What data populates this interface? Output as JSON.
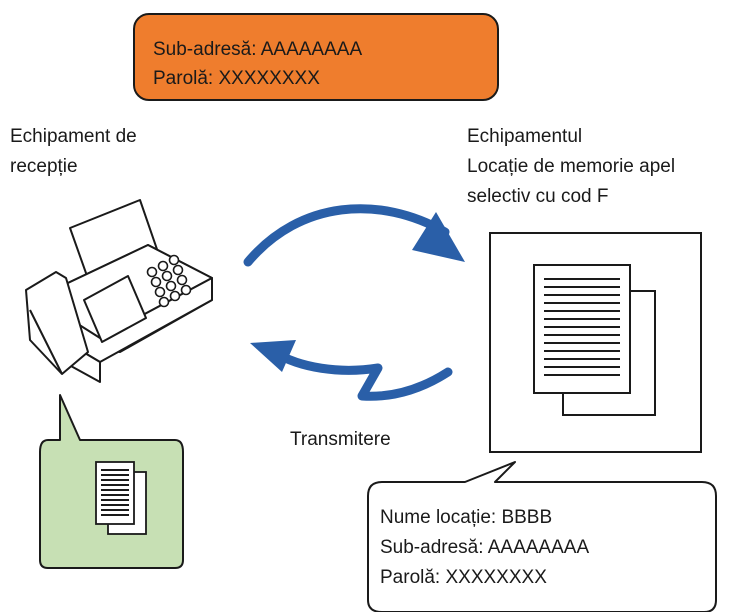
{
  "sender_request": {
    "subaddress_line": "Sub-adresă: AAAAAAAA",
    "password_line": "Parolă: XXXXXXXX"
  },
  "receiving_device": {
    "label_line1": "Echipament de",
    "label_line2": "recepție"
  },
  "sending_device": {
    "label_line1": "Echipamentul",
    "label_line2": "Locație de memorie apel",
    "label_line3": "selectiv cu cod F"
  },
  "transmission_label": "Transmitere",
  "memory_box_info": {
    "name_line": "Nume locație: BBBB",
    "subaddress_line": "Sub-adresă: AAAAAAAA",
    "password_line": "Parolă: XXXXXXXX"
  },
  "colors": {
    "request_box": "#ef7d2d",
    "received_docs_bubble": "#c7e0b4",
    "arrows": "#2a5fa8"
  },
  "icons": [
    "fax-machine-icon",
    "document-stack-icon",
    "received-documents-icon",
    "request-arrow-icon",
    "transmission-arrow-icon"
  ]
}
